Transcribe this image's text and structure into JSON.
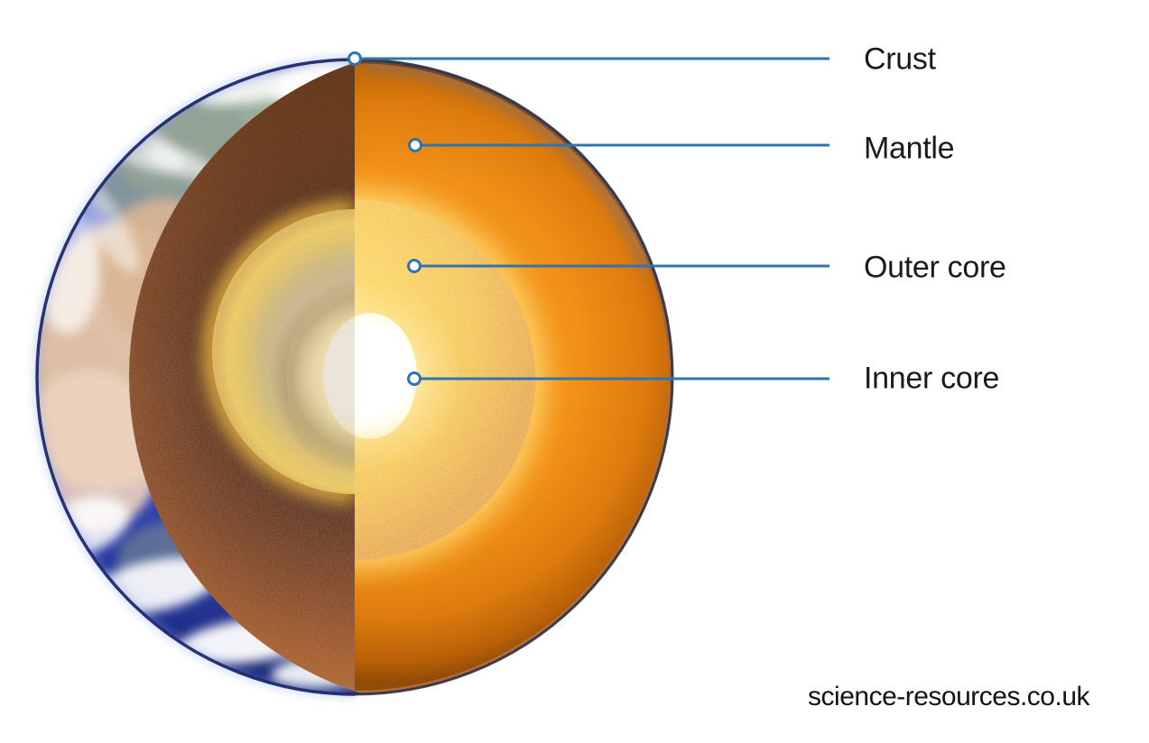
{
  "labels": [
    {
      "text": "Crust"
    },
    {
      "text": "Mantle"
    },
    {
      "text": "Outer core"
    },
    {
      "text": "Inner core"
    }
  ],
  "watermark": {
    "text": "science-resources.co.uk"
  },
  "colors": {
    "leader_line": "#2E74B5",
    "leader_dot_fill": "#FFFFFF",
    "label_text": "#1A1A1A",
    "ocean_blue": "#3A4CB2",
    "land_tan": "#E2C3A4",
    "cloud_white": "#FFFFFF",
    "mantle_cut_brown": "#89481A",
    "mantle_surface_orange": "#F09016",
    "outer_core_yellow": "#F5C436",
    "outer_core_cut_cream": "#DBC89E",
    "inner_core_white": "#FFFFFF"
  }
}
